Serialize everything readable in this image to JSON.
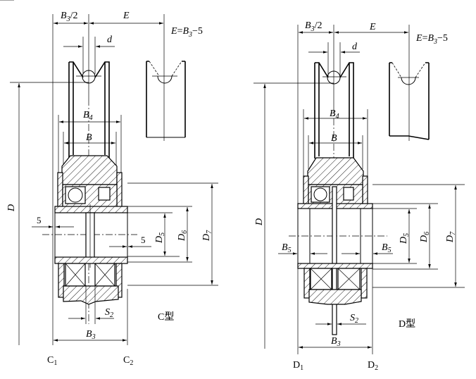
{
  "figure": {
    "variants": [
      {
        "id": "C",
        "caption": "C型",
        "end_labels": {
          "left": "C",
          "left_sub": "1",
          "right": "C",
          "right_sub": "2"
        },
        "side_dim_label": "5"
      },
      {
        "id": "D",
        "caption": "D型",
        "end_labels": {
          "left": "D",
          "left_sub": "1",
          "right": "D",
          "right_sub": "2"
        },
        "side_dim_label": "B",
        "side_dim_sub": "5"
      }
    ],
    "dimensions": {
      "half_b3": {
        "main": "B",
        "sub": "3",
        "suffix": "/2"
      },
      "e": "E",
      "e_formula": {
        "lhs": "E",
        "eq": "=",
        "b": "B",
        "sub": "3",
        "rest": "−5"
      },
      "d_small": "d",
      "b4": {
        "main": "B",
        "sub": "4"
      },
      "b": "B",
      "d_large": "D",
      "d5": {
        "main": "D",
        "sub": "5"
      },
      "d6": {
        "main": "D",
        "sub": "6"
      },
      "d7": {
        "main": "D",
        "sub": "7"
      },
      "s2": {
        "main": "S",
        "sub": "2"
      },
      "b3": {
        "main": "B",
        "sub": "3"
      }
    }
  }
}
